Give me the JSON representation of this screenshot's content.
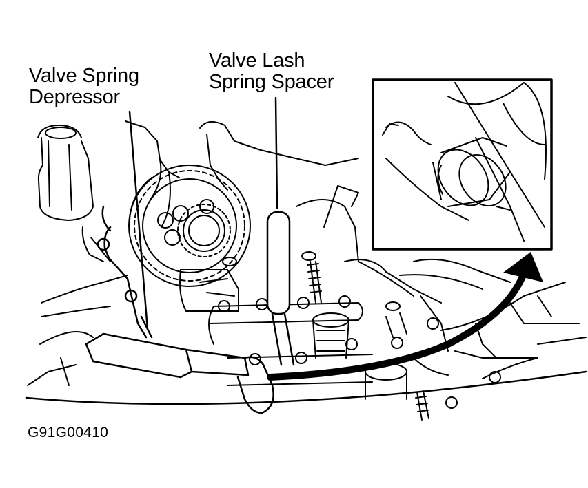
{
  "labels": {
    "valve_spring_depressor": [
      "Valve Spring",
      "Depressor"
    ],
    "valve_lash_spring_spacer": [
      "Valve Lash",
      "Spring Spacer"
    ]
  },
  "figure_id": "G91G00410",
  "colors": {
    "ink": "#000000",
    "paper": "#ffffff"
  }
}
